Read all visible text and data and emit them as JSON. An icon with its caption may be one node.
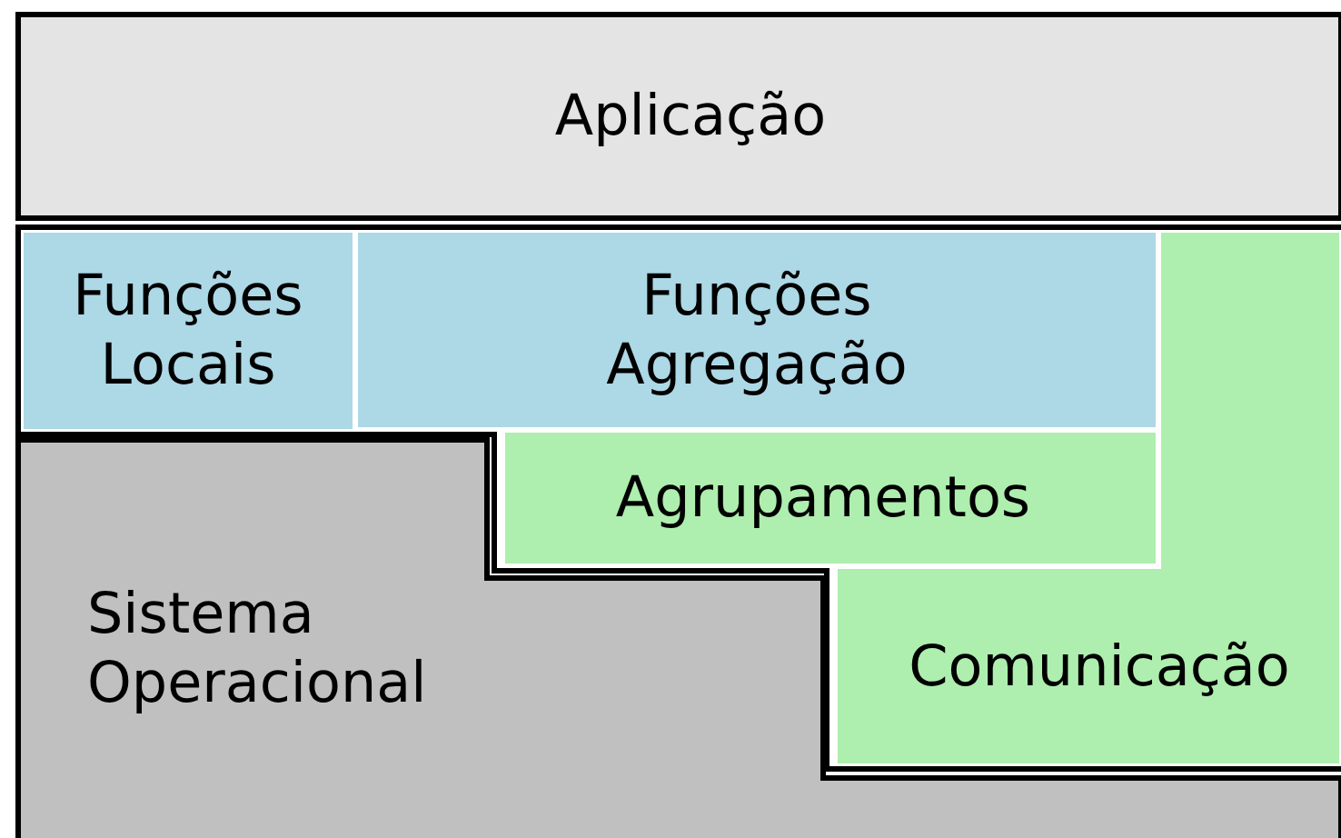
{
  "diagram": {
    "nodes": [
      {
        "text": [
          "Aplicação"
        ]
      },
      {
        "text": [
          "Funções Locais"
        ]
      },
      {
        "text": [
          "Funções Agregação"
        ]
      },
      {
        "text": [
          "Agrupamentos"
        ]
      },
      {
        "text": [
          "Comunicação"
        ]
      },
      {
        "text": [
          "Sistema Operacional"
        ]
      }
    ]
  }
}
